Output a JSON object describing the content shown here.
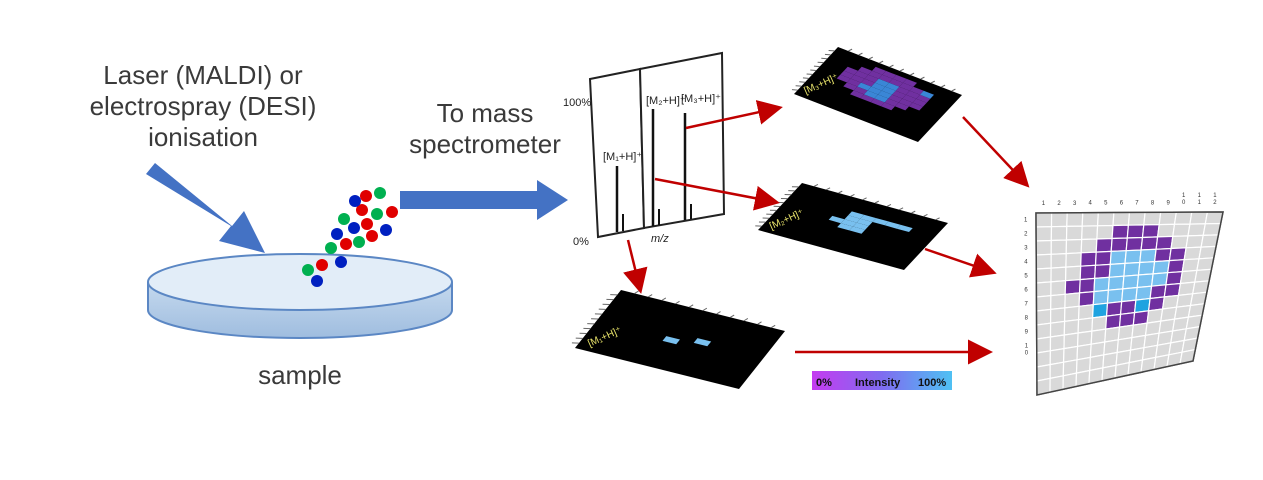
{
  "labels": {
    "ionisation_line1": "Laser (MALDI) or",
    "ionisation_line2": "electrospray (DESI)",
    "ionisation_line3": "ionisation",
    "to_ms_line1": "To mass",
    "to_ms_line2": "spectrometer",
    "sample": "sample"
  },
  "spectrum": {
    "y_top": "100%",
    "y_bottom": "0%",
    "x_label": "m/z",
    "peak1": "[M₁+H]⁺",
    "peak2": "[M₂+H]⁺",
    "peak3": "[M₃+H]⁺"
  },
  "ion_images": {
    "m3": "[M₃+H]⁺",
    "m2": "[M₂+H]⁺",
    "m1": "[M₁+H]⁺"
  },
  "intensity_scale": {
    "min": "0%",
    "title": "Intensity",
    "max": "100%"
  },
  "composite_grid": {
    "col_labels": [
      "1",
      "2",
      "3",
      "4",
      "5",
      "6",
      "7",
      "8",
      "9",
      "1\n0",
      "1\n1",
      "1\n2"
    ],
    "row_labels": [
      "1",
      "2",
      "3",
      "4",
      "5",
      "6",
      "7",
      "8",
      "9",
      "1\n0"
    ]
  },
  "colors": {
    "arrow_blue": "#4472c4",
    "arrow_red": "#c00000",
    "purple": "#7030a0",
    "light_blue": "#79c0ef",
    "cyan": "#1fa3e0",
    "grid_grey": "#d9d9d9",
    "droplet_green": "#00b050",
    "droplet_red": "#e00000",
    "droplet_blue": "#0020c0",
    "dish_fill": "#dbe8f5",
    "label_yellow": "#e8e36a"
  }
}
